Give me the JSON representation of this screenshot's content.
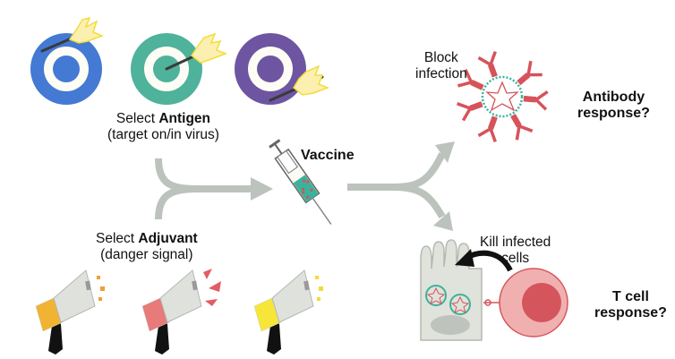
{
  "antigen": {
    "select_prefix": "Select ",
    "select_bold": "Antigen",
    "subtitle": "(target on/in virus)",
    "targets": [
      {
        "name": "blue-target",
        "color": "#4479d4"
      },
      {
        "name": "green-target",
        "color": "#4fb29b"
      },
      {
        "name": "purple-target",
        "color": "#6e55a2"
      }
    ]
  },
  "adjuvant": {
    "select_prefix": "Select ",
    "select_bold": "Adjuvant",
    "subtitle": "(danger signal)",
    "megaphones": [
      {
        "name": "orange-megaphone",
        "color": "#f0b432",
        "signal_color": "#f0a030"
      },
      {
        "name": "red-megaphone",
        "color": "#e87a7a",
        "signal_color": "#e25d63"
      },
      {
        "name": "yellow-megaphone",
        "color": "#f6e63a",
        "signal_color": "#f2dc32"
      }
    ]
  },
  "vaccine": {
    "label": "Vaccine"
  },
  "antibody": {
    "action_line1": "Block",
    "action_line2": "infection",
    "response_line1": "Antibody",
    "response_line2": "response?",
    "antibody_color": "#d6535a",
    "virus_color": "#3bb29b"
  },
  "tcell": {
    "action_line1": "Kill infected",
    "action_line2": "cells",
    "response_line1": "T cell",
    "response_line2": "response?",
    "tcell_color": "#f0b0b0",
    "nucleus_color": "#d5555c",
    "infected_cell_color": "#dfe3dc"
  },
  "colors": {
    "arrow": "#bcc3bc",
    "arrow_target_white": "#fdfdf6",
    "arrow_shaft": "#3a3a3a",
    "fletching": "#fbf0b0",
    "fletching_stroke": "#f4dc3c"
  }
}
